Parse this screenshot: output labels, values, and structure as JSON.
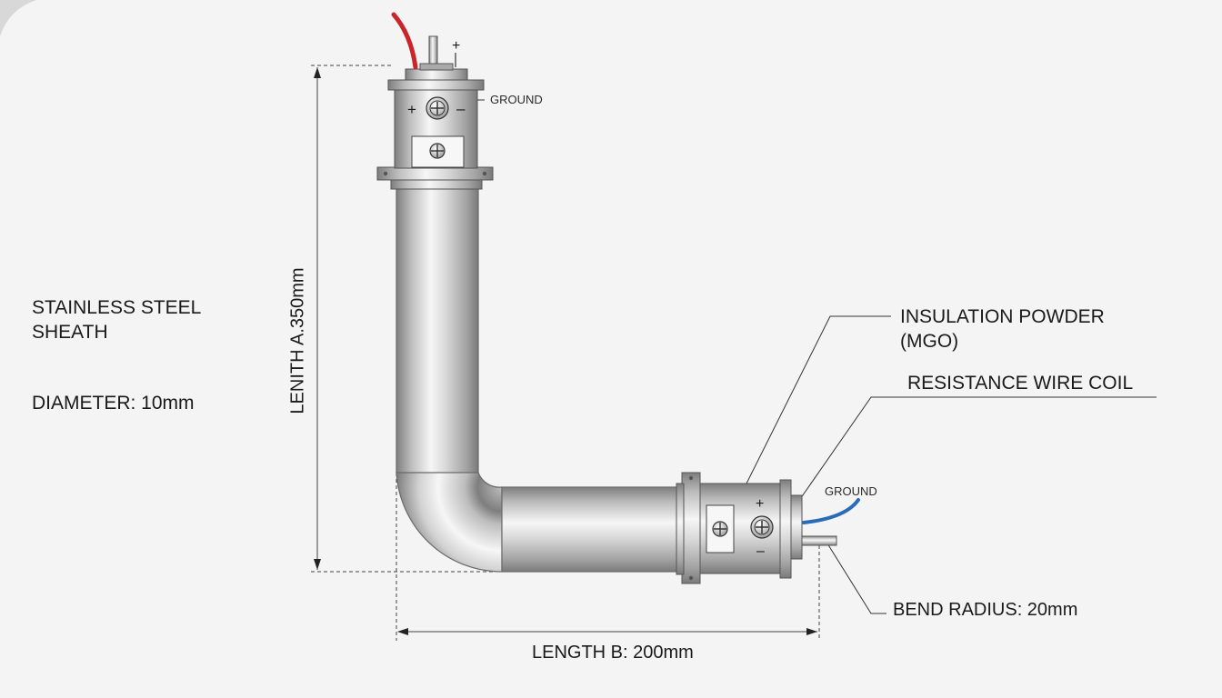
{
  "labels": {
    "sheath_line1": "STAINLESS STEEL",
    "sheath_line2": "SHEATH",
    "diameter": "DIAMETER: 10mm",
    "length_a": "LENITH A.350mm",
    "length_b": "LENGTH B: 200mm",
    "insulation_line1": "INSULATION POWDER",
    "insulation_line2": "(MGO)",
    "resistance": "RESISTANCE WIRE COIL",
    "bend_radius": "BEND RADIUS: 20mm",
    "ground_top": "GROUND",
    "ground_right": "GROUND",
    "plus_top_terminal": "+",
    "plus_top_left": "+",
    "minus_top": "–",
    "plus_right": "+",
    "minus_right": "–"
  },
  "colors": {
    "background": "#f4f4f4",
    "steel_light": "#f2f2f2",
    "steel_dark": "#8a8a8a",
    "lead_red": "#c8262b",
    "lead_blue": "#2a6bb8",
    "line": "#333333"
  },
  "icons": [
    "terminal-screw-icon",
    "phillips-screw-icon"
  ]
}
